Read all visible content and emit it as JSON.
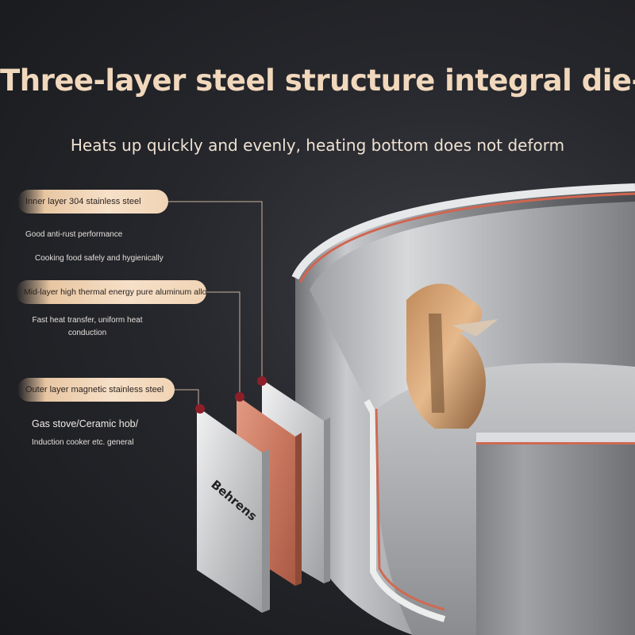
{
  "headline": "Three-layer steel structure integral die-casting",
  "subheadline": "Heats up quickly and evenly, heating bottom does not deform",
  "layers": [
    {
      "label": "Inner layer 304 stainless steel",
      "notes": [
        "Good anti-rust performance",
        "Cooking food safely and hygienically"
      ]
    },
    {
      "label": "Mid-layer high thermal energy pure aluminum alloy",
      "notes": [
        "Fast heat transfer, uniform heat",
        "conduction"
      ]
    },
    {
      "label": "Outer layer magnetic stainless steel",
      "notes": [
        "Gas stove/Ceramic hob/",
        "Induction cooker etc. general"
      ]
    }
  ],
  "brand_mark": "Behrens",
  "colors": {
    "accent_gold": "#f1d8bd",
    "copper": "#c9775f",
    "steel": "#c7c8ca",
    "marker_red": "#8e1f2a"
  }
}
